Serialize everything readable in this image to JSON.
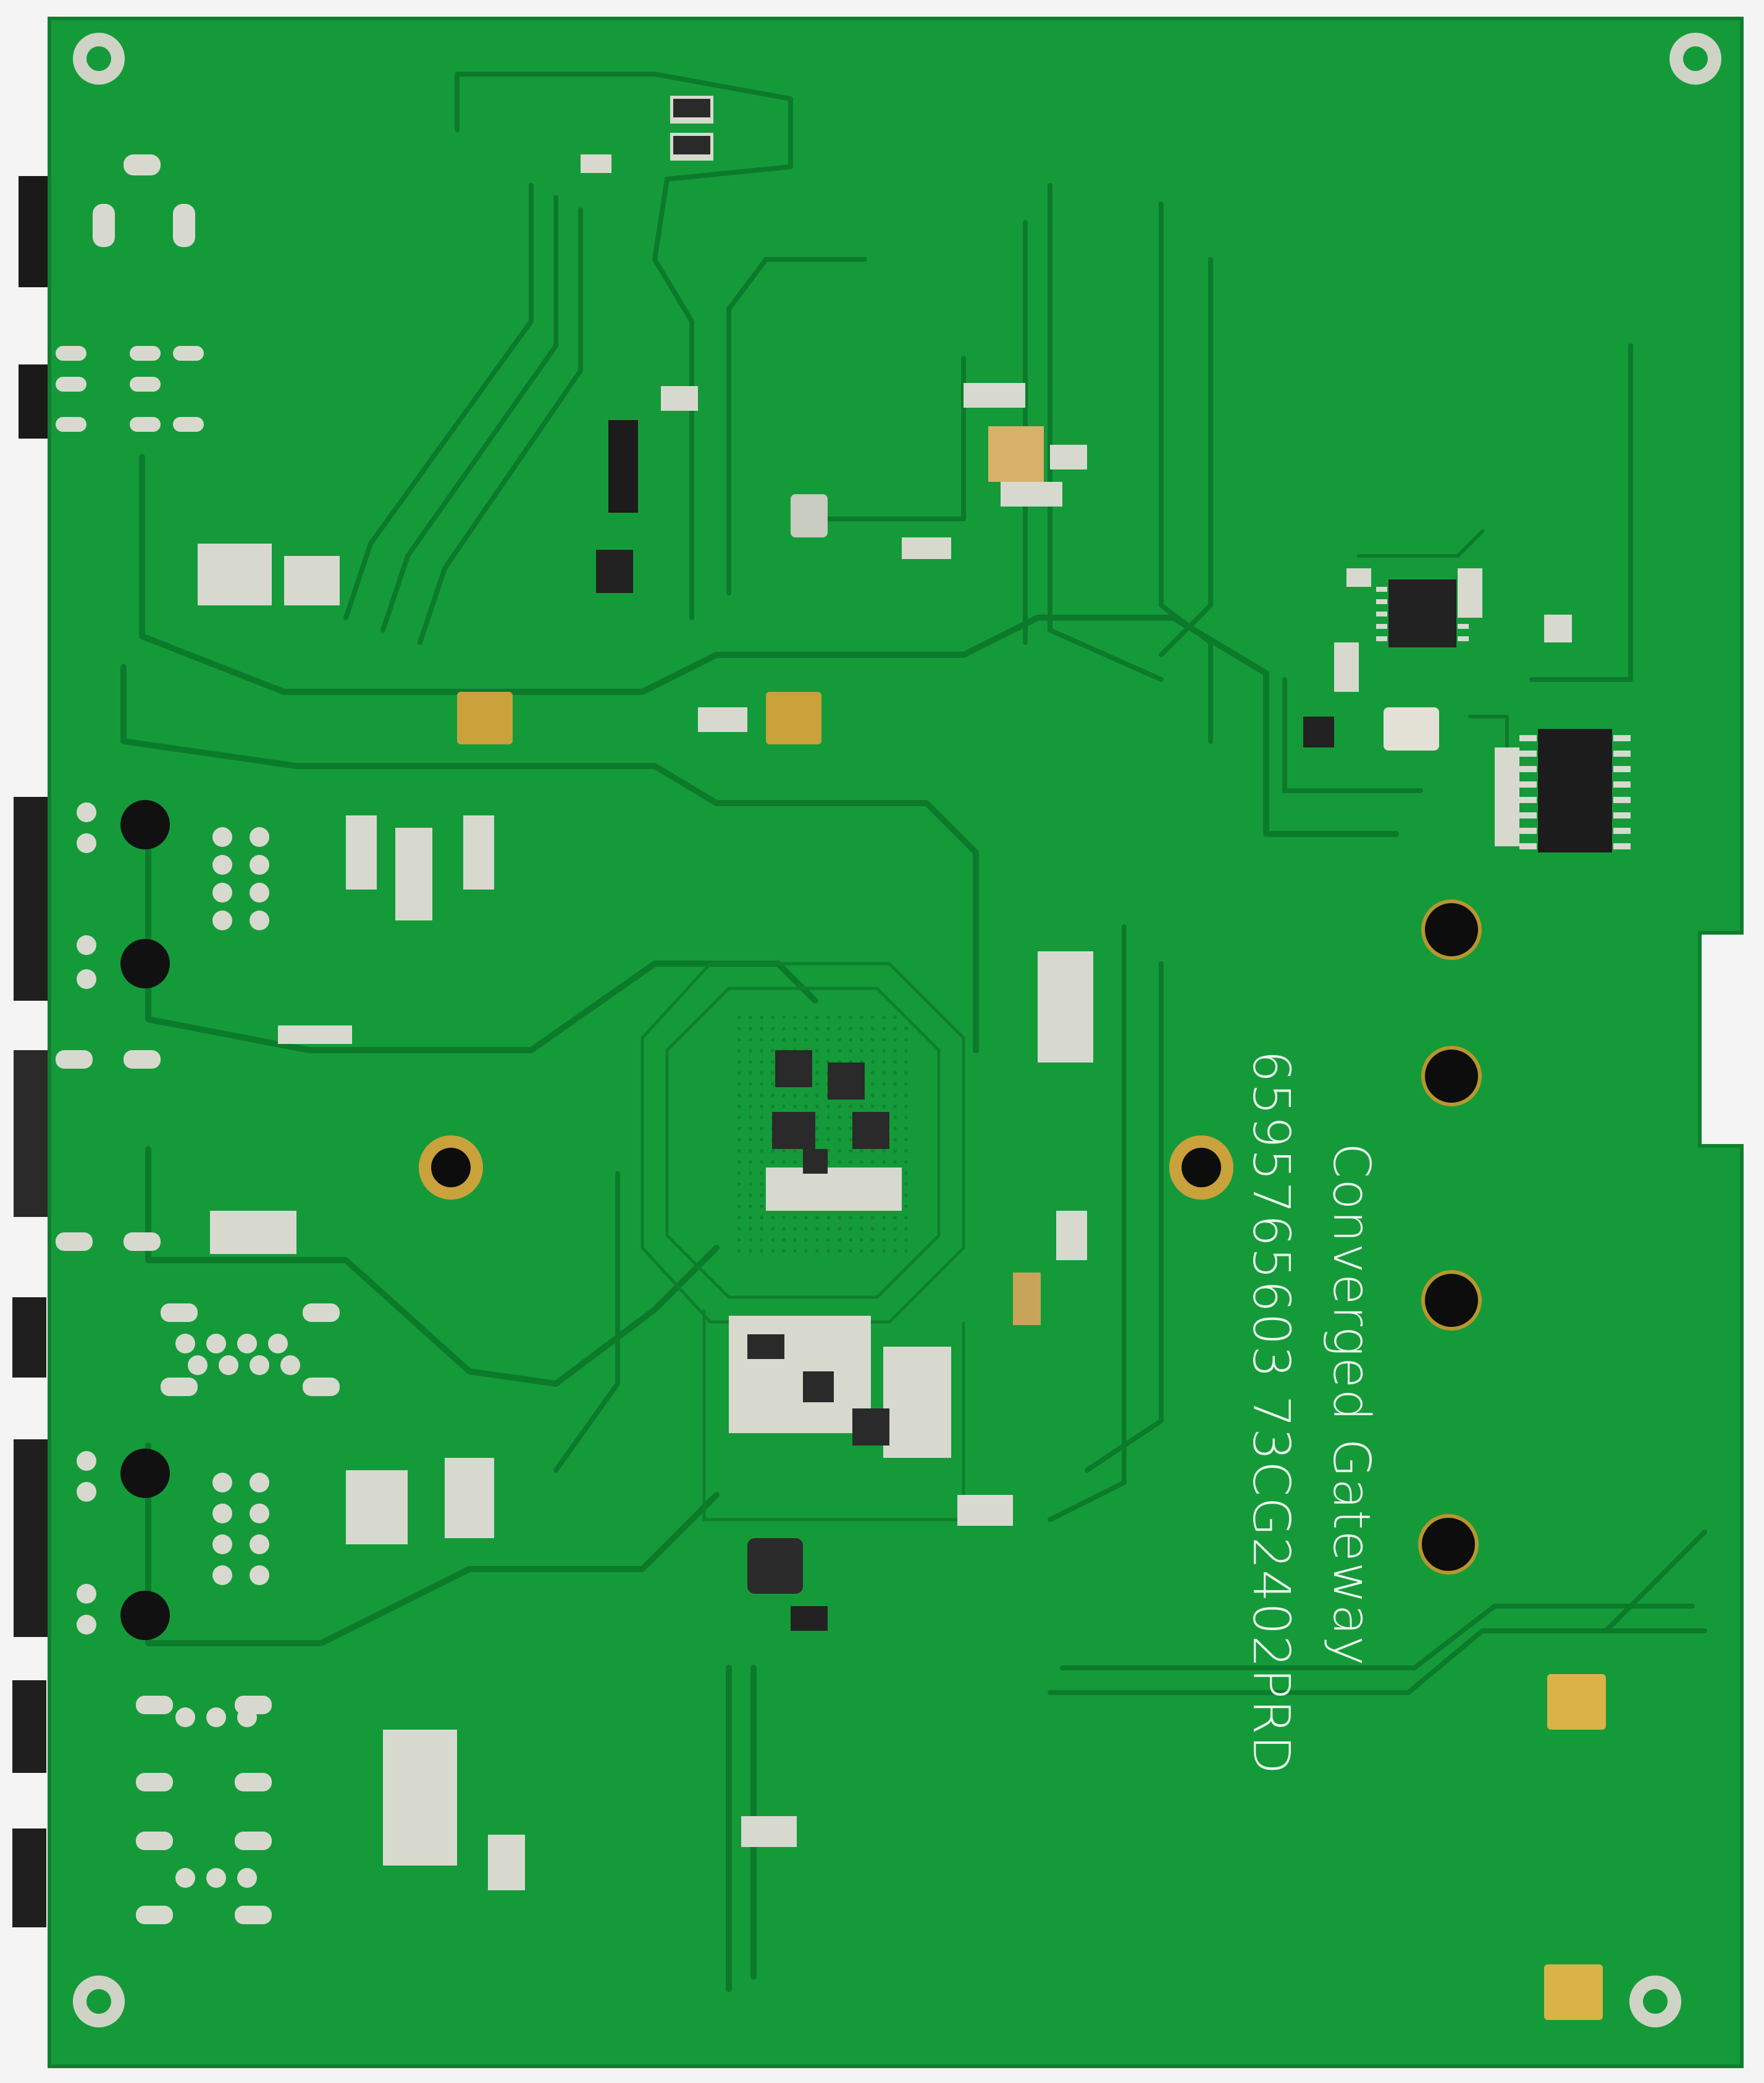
{
  "image": {
    "subject": "pcb-board-rear",
    "colors": {
      "background": "#f4f4f4",
      "board": "#159a3a",
      "board_edge": "#0f7f2e",
      "trace": "#0c7a2b",
      "pad": "#d7d9cf",
      "gold": "#c9a23c",
      "hole": "#0d0d0d",
      "silkscreen": "#ecf7ee",
      "component": "#2a2a2a",
      "connector": "#1a1a1a"
    }
  },
  "silkscreen": {
    "line1": "Converged Gateway",
    "line2": "6595765603 73CG2402PRD"
  }
}
